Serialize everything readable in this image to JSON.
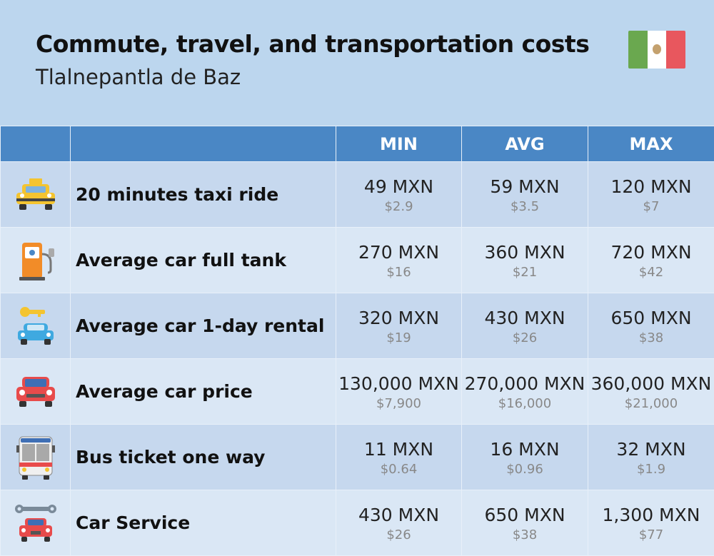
{
  "header": {
    "title": "Commute, travel, and transportation costs",
    "subtitle": "Tlalnepantla de Baz",
    "flag_icon": "mexico-flag-icon"
  },
  "table": {
    "columns": [
      "",
      "",
      "MIN",
      "AVG",
      "MAX"
    ],
    "rows": [
      {
        "icon": "taxi-icon",
        "label": "20 minutes taxi ride",
        "min": "49 MXN",
        "min_usd": "$2.9",
        "avg": "59 MXN",
        "avg_usd": "$3.5",
        "max": "120 MXN",
        "max_usd": "$7"
      },
      {
        "icon": "fuel-pump-icon",
        "label": "Average car full tank",
        "min": "270 MXN",
        "min_usd": "$16",
        "avg": "360 MXN",
        "avg_usd": "$21",
        "max": "720 MXN",
        "max_usd": "$42"
      },
      {
        "icon": "car-rental-key-icon",
        "label": "Average car 1-day rental",
        "min": "320 MXN",
        "min_usd": "$19",
        "avg": "430 MXN",
        "avg_usd": "$26",
        "max": "650 MXN",
        "max_usd": "$38"
      },
      {
        "icon": "car-icon",
        "label": "Average car price",
        "min": "130,000 MXN",
        "min_usd": "$7,900",
        "avg": "270,000 MXN",
        "avg_usd": "$16,000",
        "max": "360,000 MXN",
        "max_usd": "$21,000"
      },
      {
        "icon": "bus-icon",
        "label": "Bus ticket one way",
        "min": "11 MXN",
        "min_usd": "$0.64",
        "avg": "16 MXN",
        "avg_usd": "$0.96",
        "max": "32 MXN",
        "max_usd": "$1.9"
      },
      {
        "icon": "car-service-wrench-icon",
        "label": "Car Service",
        "min": "430 MXN",
        "min_usd": "$26",
        "avg": "650 MXN",
        "avg_usd": "$38",
        "max": "1,300 MXN",
        "max_usd": "$77"
      }
    ]
  },
  "colors": {
    "background": "#bcd6ee",
    "header_row": "#4a87c5",
    "row_odd": "#c6d8ee",
    "row_even": "#dae7f5"
  }
}
